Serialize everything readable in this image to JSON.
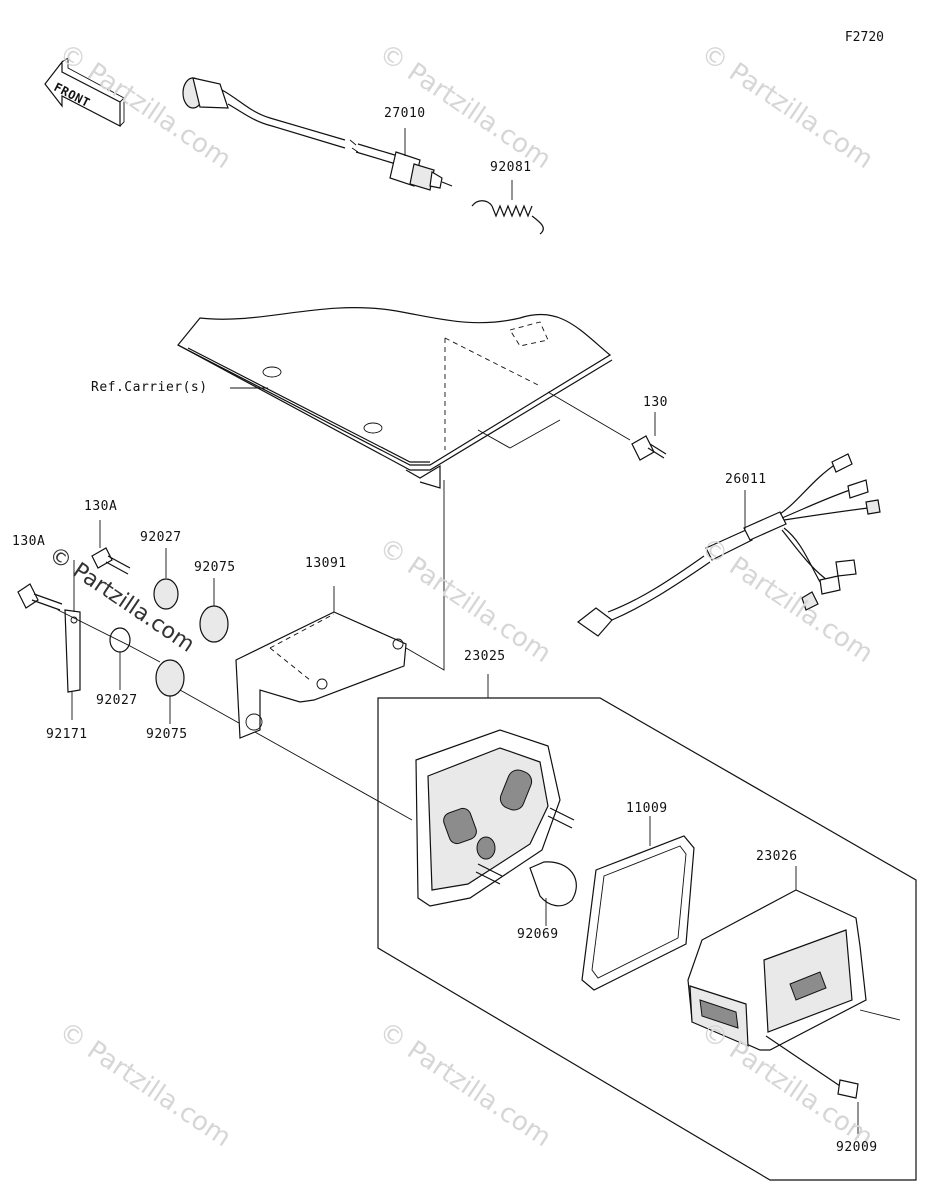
{
  "diagram_code": "F2720",
  "front_indicator": "FRONT",
  "watermark": "© Partzilla.com",
  "parts": {
    "p27010": "27010",
    "p92081": "92081",
    "ref_carrier": "Ref.Carrier(s)",
    "p130": "130",
    "p26011": "26011",
    "p130a_top": "130A",
    "p130a_left": "130A",
    "p92027_top": "92027",
    "p92075_top": "92075",
    "p13091": "13091",
    "p23025": "23025",
    "p92171": "92171",
    "p92027_bottom": "92027",
    "p92075_bottom": "92075",
    "p11009": "11009",
    "p23026": "23026",
    "p92069": "92069",
    "p92009": "92009"
  },
  "icons": {
    "front_arrow": "front-arrow-icon"
  }
}
